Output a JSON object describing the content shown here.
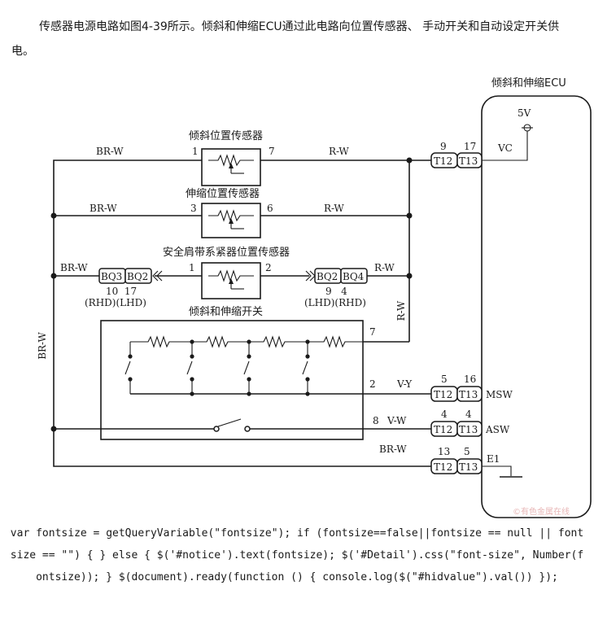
{
  "intro_text": "传感器电源电路如图4-39所示。倾斜和伸缩ECU通过此电路向位置传感器、 手动开关和自动设定开关供电。",
  "diagram": {
    "ecu_title": "倾斜和伸缩ECU",
    "supply_voltage": "5V",
    "sensor_tilt": "倾斜位置传感器",
    "sensor_telescopic": "伸缩位置传感器",
    "sensor_belt": "安全肩带系紧器位置传感器",
    "switch_title": "倾斜和伸缩开关",
    "wire_brw": "BR-W",
    "wire_rw": "R-W",
    "wire_vy": "V-Y",
    "wire_vw": "V-W",
    "pins": {
      "tilt_left": "1",
      "tilt_right": "7",
      "tele_left": "3",
      "tele_right": "6",
      "belt_left": "1",
      "belt_right": "2",
      "switch_7": "7",
      "switch_2": "2",
      "switch_8": "8"
    },
    "connectors": {
      "t12": "T12",
      "t13": "T13",
      "bq3": "BQ3",
      "bq2": "BQ2",
      "bq4": "BQ4",
      "vc_t12_pin": "9",
      "vc_t13_pin": "17",
      "msw_t12_pin": "5",
      "msw_t13_pin": "16",
      "asw_t12_pin": "4",
      "asw_t13_pin": "4",
      "e1_t12_pin": "13",
      "e1_t13_pin": "5",
      "bq_left_pins": "10  17",
      "bq_right_pins": "9   4",
      "bq_left_variants": "(RHD)(LHD)",
      "bq_right_variants": "(LHD)(RHD)"
    },
    "terminals": {
      "vc": "VC",
      "msw": "MSW",
      "asw": "ASW",
      "e1": "E1"
    }
  },
  "code_text": "var fontsize = getQueryVariable(\"fontsize\"); if (fontsize==false||fontsize == null || fontsize == \"\") { } else { $('#notice').text(fontsize); $('#Detail').css(\"font-size\", Number(fontsize)); } $(document).ready(function () { console.log($(\"#hidvalue\").val()) });",
  "watermark": "©有色金属在线"
}
